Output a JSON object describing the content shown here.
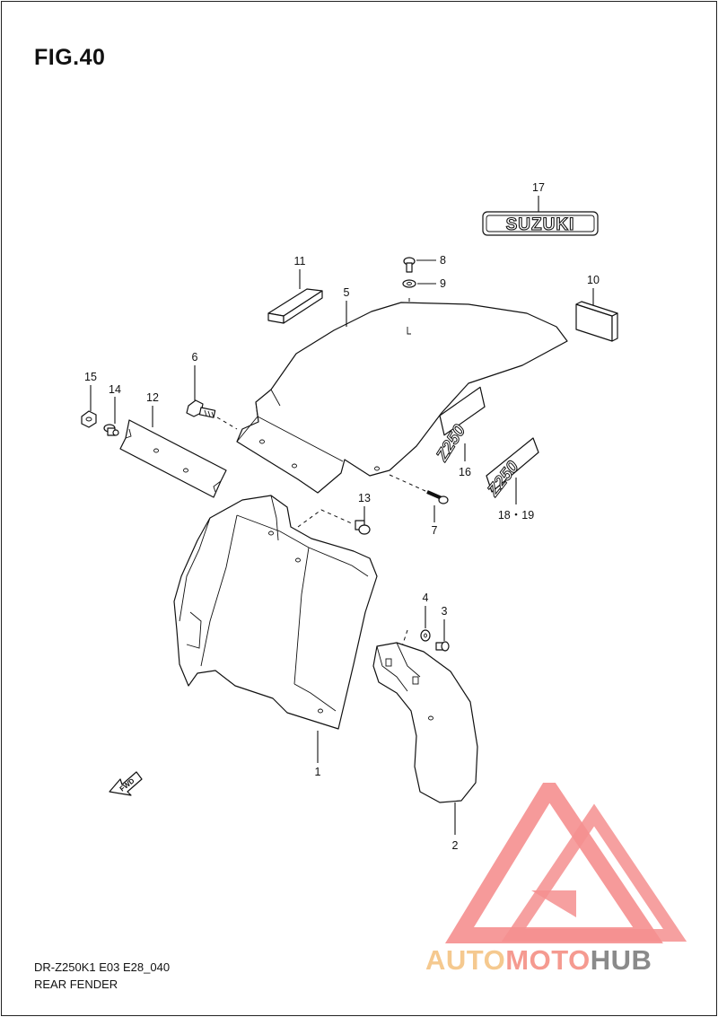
{
  "figure": {
    "title": "FIG.40"
  },
  "callouts": [
    {
      "id": "c1",
      "text": "1"
    },
    {
      "id": "c2",
      "text": "2"
    },
    {
      "id": "c3",
      "text": "3"
    },
    {
      "id": "c4",
      "text": "4"
    },
    {
      "id": "c5",
      "text": "5"
    },
    {
      "id": "c6",
      "text": "6"
    },
    {
      "id": "c7",
      "text": "7"
    },
    {
      "id": "c8",
      "text": "8"
    },
    {
      "id": "c9",
      "text": "9"
    },
    {
      "id": "c10",
      "text": "10"
    },
    {
      "id": "c11",
      "text": "11"
    },
    {
      "id": "c12",
      "text": "12"
    },
    {
      "id": "c13",
      "text": "13"
    },
    {
      "id": "c14",
      "text": "14"
    },
    {
      "id": "c15",
      "text": "15"
    },
    {
      "id": "c16",
      "text": "16"
    },
    {
      "id": "c17",
      "text": "17"
    },
    {
      "id": "c1819",
      "text": "18・19"
    }
  ],
  "emblems": {
    "suzuki": "SUZUKI",
    "z250": "Z250",
    "fwd": "FWD"
  },
  "footer": {
    "model_code": "DR-Z250K1 E03 E28_040",
    "section": "REAR FENDER"
  },
  "watermark": {
    "brand_a": "AUTO",
    "brand_b": "MOTO",
    "brand_c": "HUB",
    "colors": {
      "a": "#f5c98f",
      "b": "#f59a90",
      "c": "#8a8a8a",
      "triangle": "#f58f8f"
    }
  }
}
